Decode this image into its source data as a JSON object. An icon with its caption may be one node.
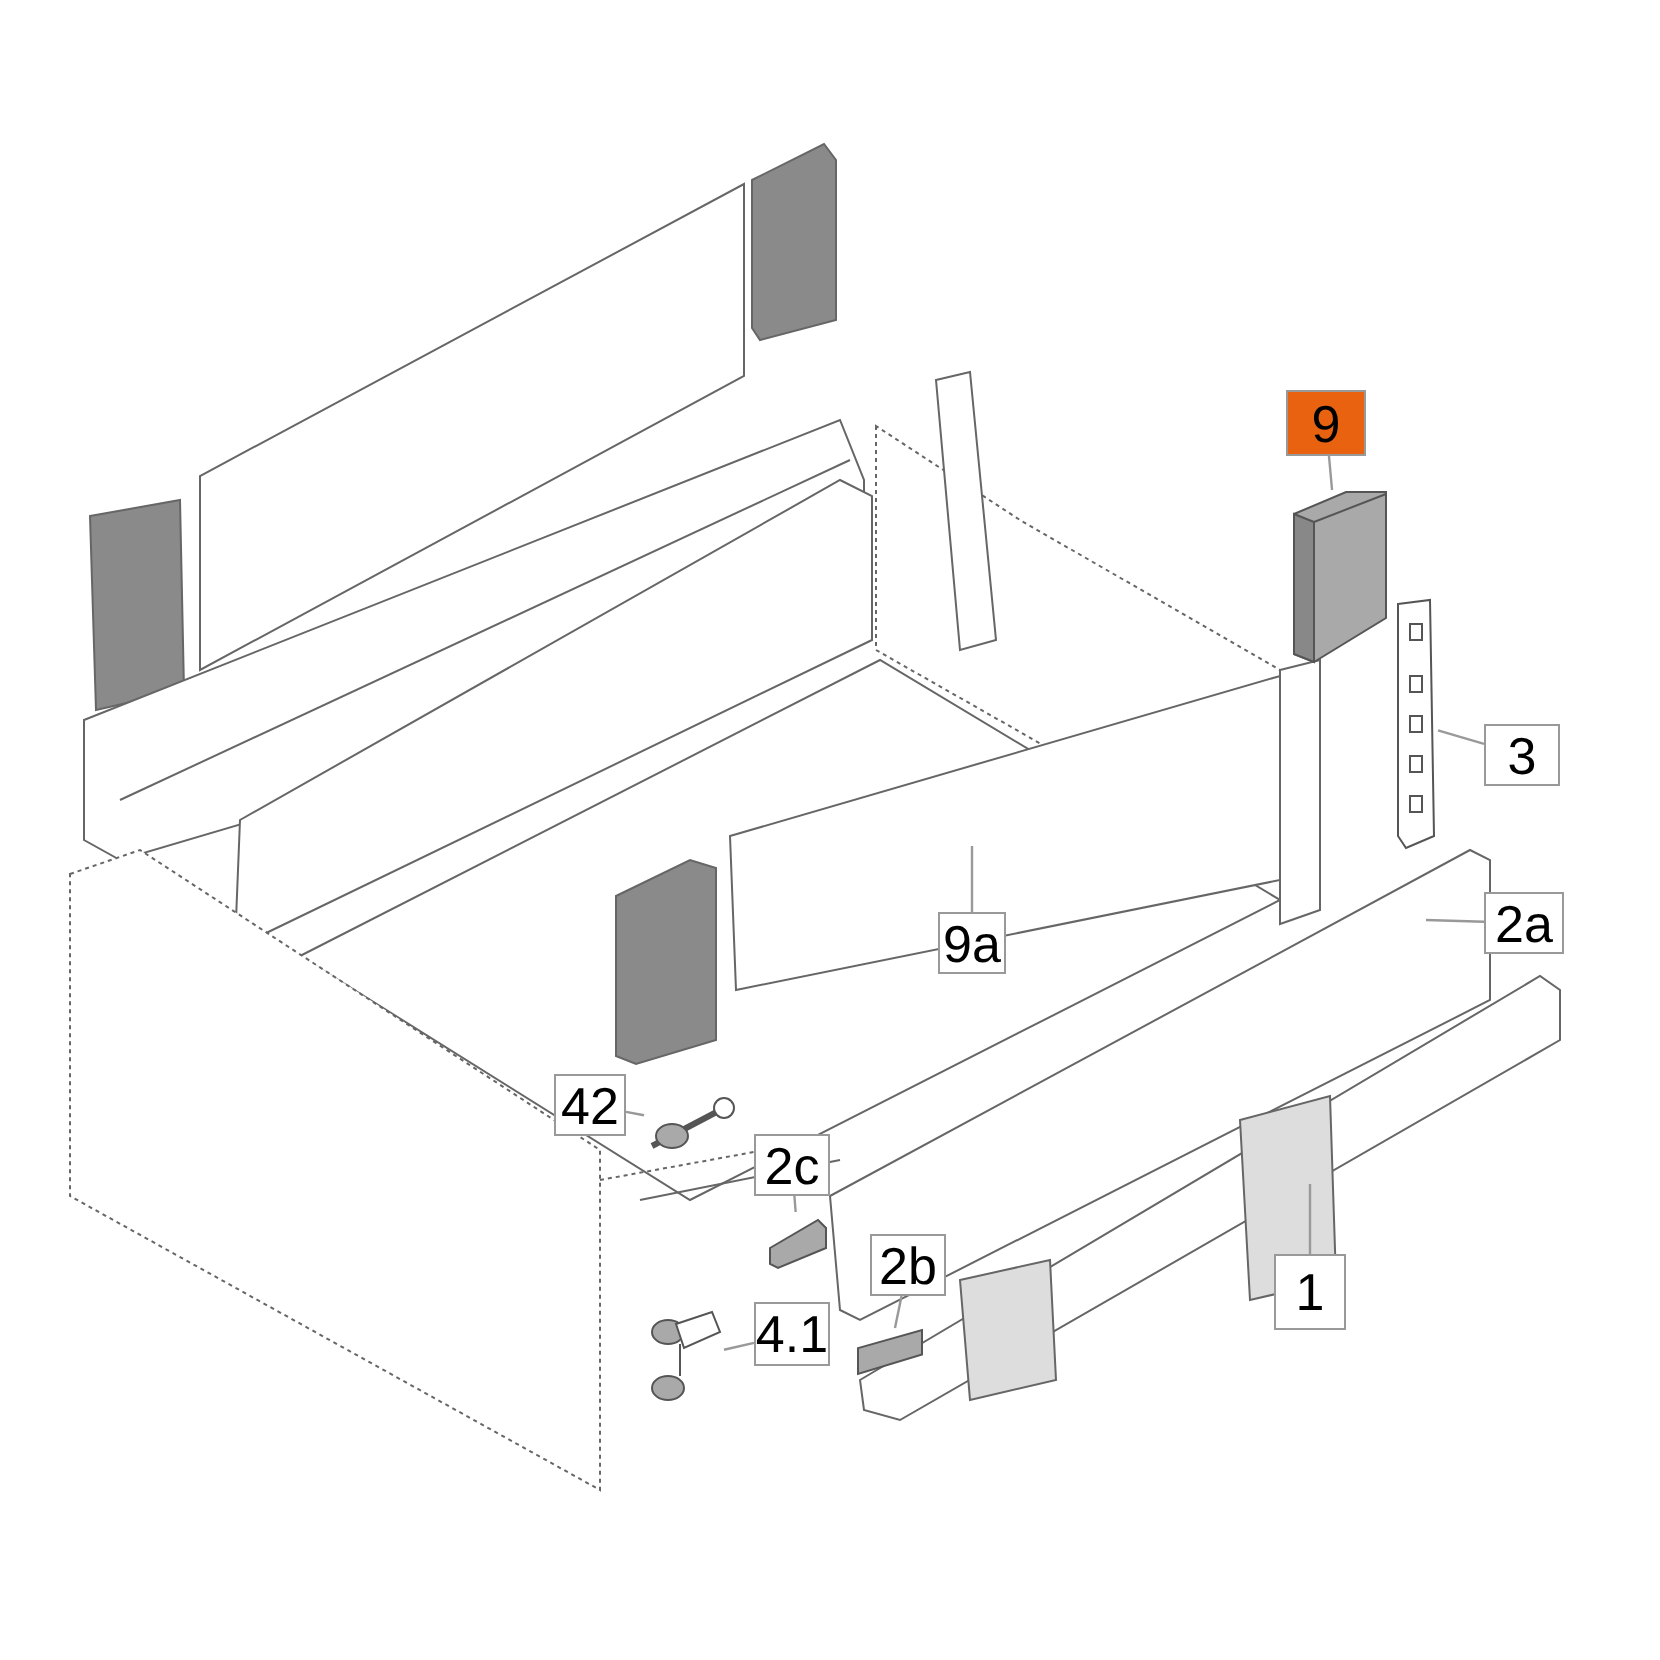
{
  "diagram": {
    "nodes": [
      {
        "text": [
          "9"
        ]
      },
      {
        "text": [],
        "shape": "picture"
      },
      {
        "text": [
          "3"
        ]
      },
      {
        "text": [],
        "shape": "picture"
      },
      {
        "text": [
          "2a"
        ]
      },
      {
        "text": [
          "9a"
        ]
      },
      {
        "text": [
          "42"
        ]
      },
      {
        "text": [],
        "shape": "picture"
      },
      {
        "text": [
          "2c"
        ]
      },
      {
        "text": [],
        "shape": "picture"
      },
      {
        "text": [
          "2b"
        ]
      },
      {
        "text": [],
        "shape": "bar"
      },
      {
        "text": [
          "4.1"
        ]
      },
      {
        "text": [],
        "shape": "picture"
      },
      {
        "text": [
          "1"
        ]
      }
    ],
    "edges": [
      {
        "from": 0,
        "to": 1,
        "arrow": "none"
      },
      {
        "from": 2,
        "to": 3,
        "arrow": "none"
      },
      {
        "from": 4,
        "to": null,
        "arrow": "none"
      },
      {
        "from": 5,
        "to": null,
        "arrow": "none"
      },
      {
        "from": 6,
        "to": 7,
        "arrow": "none"
      },
      {
        "from": 8,
        "to": 9,
        "arrow": "none"
      },
      {
        "from": 10,
        "to": 11,
        "arrow": "none"
      },
      {
        "from": 12,
        "to": 13,
        "arrow": "none"
      },
      {
        "from": 14,
        "to": null,
        "arrow": "none"
      }
    ]
  }
}
